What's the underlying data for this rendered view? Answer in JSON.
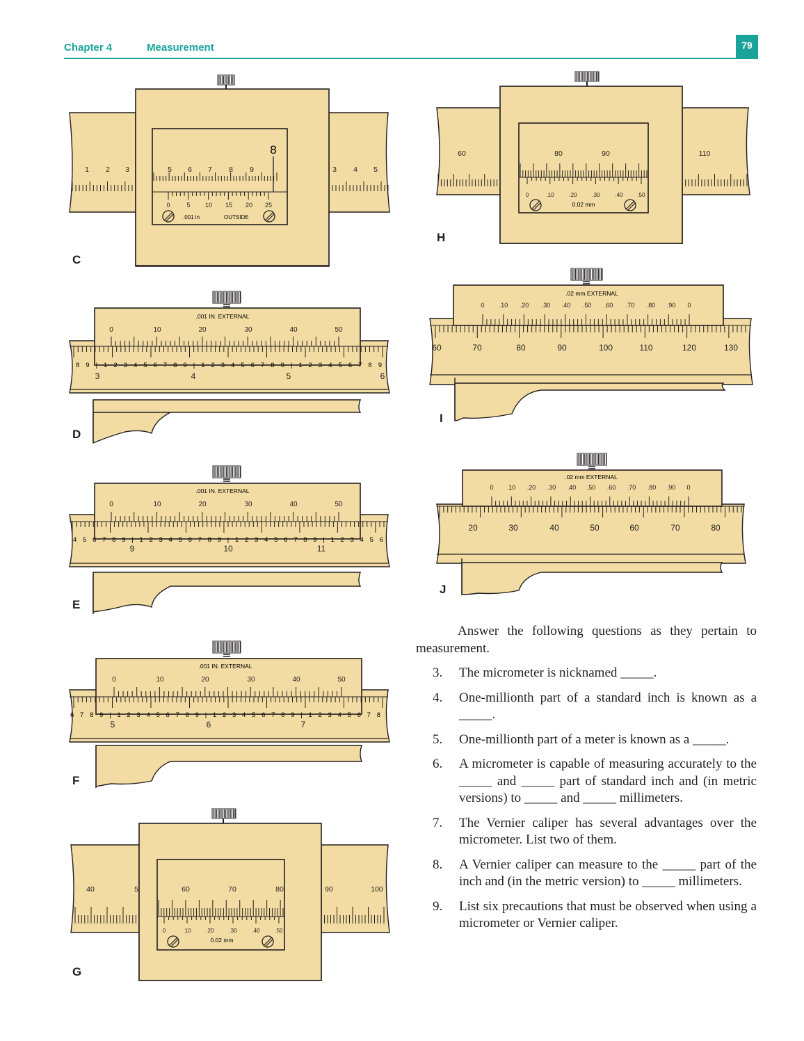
{
  "header": {
    "chapter": "Chapter 4",
    "title": "Measurement",
    "page_number": "79"
  },
  "colors": {
    "accent": "#1aa39a",
    "scale_fill": "#f2dca3",
    "ink": "#231f20"
  },
  "figures": {
    "C": {
      "label": "C",
      "main_nums": [
        "1",
        "2",
        "3",
        "5",
        "6",
        "7",
        "8",
        "9",
        "3",
        "4",
        "5"
      ],
      "big": "8",
      "vernier_nums": [
        "0",
        "5",
        "10",
        "15",
        "20",
        "25"
      ],
      "unit": ".001 in",
      "mode": "OUTSIDE"
    },
    "D": {
      "label": "D",
      "header": ".001 IN.  EXTERNAL",
      "vernier_nums": [
        "0",
        "10",
        "20",
        "30",
        "40",
        "50"
      ],
      "sub_nums": "8 9 | 1 2 3 4 5 6 7 8 9 | 1 2 3 4 5 6 7 8 9 | 1 2 3 4 5 6 7 8 9",
      "inches": [
        "3",
        "4",
        "5",
        "6"
      ]
    },
    "E": {
      "label": "E",
      "header": ".001 IN.  EXTERNAL",
      "vernier_nums": [
        "0",
        "10",
        "20",
        "30",
        "40",
        "50"
      ],
      "sub_nums": "4 5 6 7 8 9 | 1 2 3 4 5 6 7 8 9 | 1 2 3 4 5 6 7 8 9 | 1 2 3 4 5 6",
      "inches": [
        "9",
        "10",
        "11"
      ]
    },
    "F": {
      "label": "F",
      "header": ".001 IN.  EXTERNAL",
      "vernier_nums": [
        "0",
        "10",
        "20",
        "30",
        "40",
        "50"
      ],
      "sub_nums": "6 7 8 9 | 1 2 3 4 5 6 7 8 9 | 1 2 3 4 5 6 7 8 9 | 1 2 3 4 5 6 7 8",
      "inches": [
        "5",
        "6",
        "7"
      ]
    },
    "G": {
      "label": "G",
      "main_nums": [
        "40",
        "5",
        "60",
        "70",
        "80",
        "90",
        "100"
      ],
      "vernier_nums": [
        "0",
        ".10",
        ".20",
        ".30",
        ".40",
        ".50"
      ],
      "unit": "0.02 mm"
    },
    "H": {
      "label": "H",
      "main_nums": [
        "60",
        "80",
        "90",
        "110"
      ],
      "vernier_nums": [
        "0",
        ".10",
        ".20",
        ".30",
        ".40",
        ".50"
      ],
      "unit": "0.02 mm"
    },
    "I": {
      "label": "I",
      "header": ".02 mm   EXTERNAL",
      "vernier_nums": [
        "0",
        ".10",
        ".20",
        ".30",
        ".40",
        ".50",
        ".60",
        ".70",
        ".80",
        ".90",
        "0"
      ],
      "main_nums": [
        "60",
        "70",
        "80",
        "90",
        "100",
        "110",
        "120",
        "130"
      ]
    },
    "J": {
      "label": "J",
      "header": ".02 mm   EXTERNAL",
      "vernier_nums": [
        "0",
        ".10",
        ".20",
        ".30",
        ".40",
        ".50",
        ".60",
        ".70",
        ".80",
        ".90",
        "0"
      ],
      "main_nums": [
        "20",
        "30",
        "40",
        "50",
        "60",
        "70",
        "80"
      ]
    }
  },
  "questions": {
    "intro": "Answer the following questions as they pertain to measurement.",
    "items": [
      {
        "num": "3.",
        "text": "The micrometer is nicknamed _____."
      },
      {
        "num": "4.",
        "text": "One-millionth part of a standard inch is known as a _____."
      },
      {
        "num": "5.",
        "text": "One-millionth part of a meter is known as a _____."
      },
      {
        "num": "6.",
        "text": "A micrometer is capable of measuring accurately to the _____ and _____ part of standard inch and (in metric versions) to _____ and _____ millimeters."
      },
      {
        "num": "7.",
        "text": "The Vernier caliper has several advantages over the micrometer. List two of them."
      },
      {
        "num": "8.",
        "text": "A Vernier caliper can measure to the _____ part of the inch and (in the metric version) to _____ millimeters."
      },
      {
        "num": "9.",
        "text": "List six precautions that must be observed when using a micrometer or Vernier caliper."
      }
    ]
  }
}
